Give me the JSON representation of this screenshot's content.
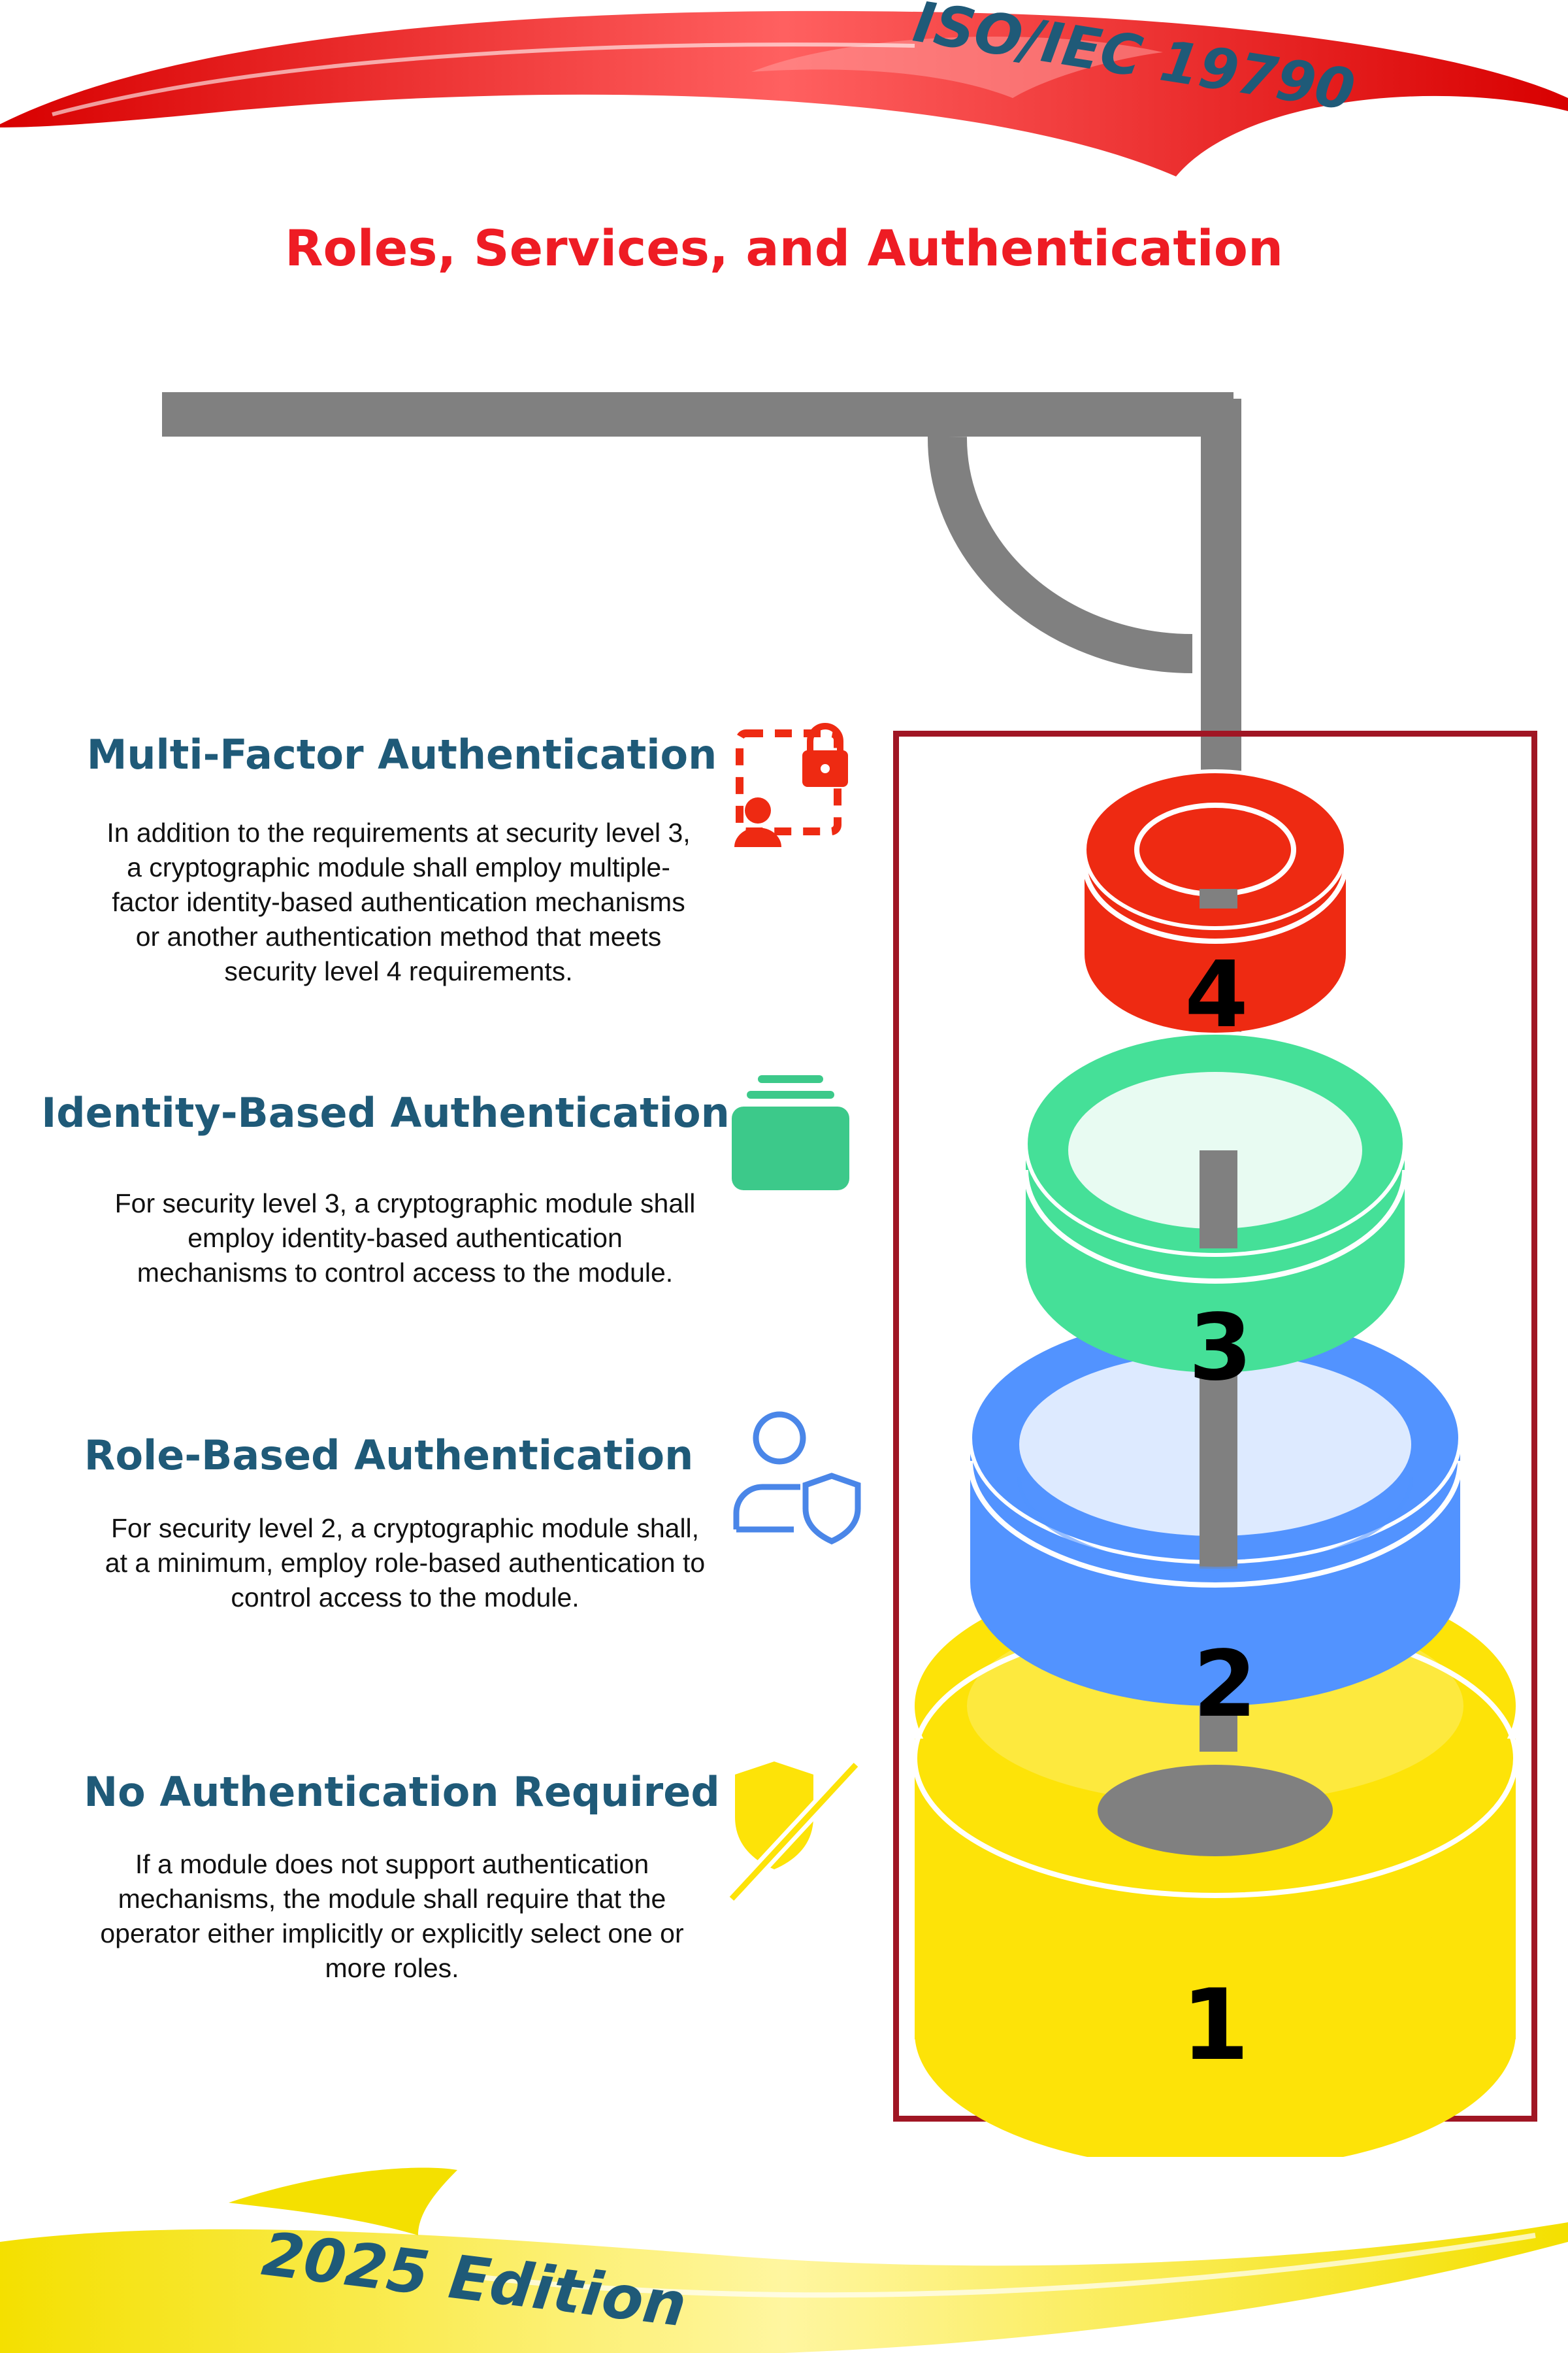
{
  "header": {
    "banner_text": "ISO/IEC 19790",
    "title": "Roles, Services, and Authentication"
  },
  "levels": [
    {
      "number": "4",
      "title": "Multi-Factor Authentication",
      "description": "In addition to the requirements at security level 3, a cryptographic module shall employ multiple-factor identity-based authentication mechanisms or another authentication method that meets security level 4 requirements.",
      "icon": "lock-person-icon",
      "color": "#ee2a12"
    },
    {
      "number": "3",
      "title": "Identity-Based Authentication",
      "description": "For security level 3, a cryptographic module shall employ identity-based authentication mechanisms to control access to the module.",
      "icon": "stacked-cards-icon",
      "color": "#45e098"
    },
    {
      "number": "2",
      "title": "Role-Based Authentication",
      "description": "For security level 2, a cryptographic module shall, at a minimum, employ role-based authentication to control access to the module.",
      "icon": "person-shield-icon",
      "color": "#5293ff"
    },
    {
      "number": "1",
      "title": "No Authentication Required",
      "description": "If a module does not support authentication mechanisms, the module shall require that the operator either implicitly or explicitly select one or more roles.",
      "icon": "shield-off-icon",
      "color": "#fde308"
    }
  ],
  "footer": {
    "banner_text": "2025 Edition"
  },
  "colors": {
    "accent_red": "#ee1c24",
    "heading_blue": "#1f5a78",
    "frame": "#a01624",
    "pole": "#808080"
  }
}
